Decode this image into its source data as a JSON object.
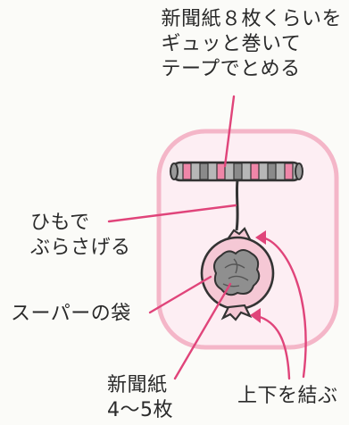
{
  "labels": {
    "top": {
      "line1": "新聞紙８枚くらいを",
      "line2": "ギュッと巻いて",
      "line3": "テープでとめる"
    },
    "hang": {
      "line1": "ひもで",
      "line2": "ぶらさげる"
    },
    "bag": "スーパーの袋",
    "newspaper": {
      "line1": "新聞紙",
      "line2": "4〜5枚"
    },
    "tie": "上下を結ぶ"
  },
  "colors": {
    "frame": "#f4b6c8",
    "frame_fill": "#fdeef3",
    "stick_gray": "#9a9a9a",
    "stick_pink": "#ef86a8",
    "leader": "#e0447a",
    "bag": "#f5c8d5",
    "wad": "#8f8f8f",
    "string": "#333333"
  }
}
